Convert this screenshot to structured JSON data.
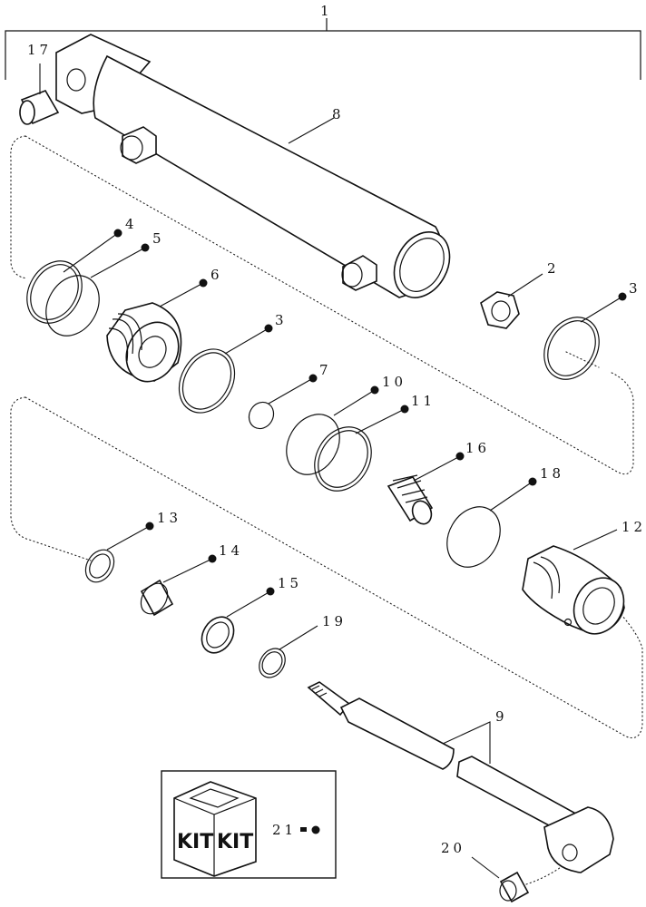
{
  "assembly": {
    "callout": "1"
  },
  "callouts": {
    "c2": "2",
    "c3a": "3",
    "c3b": "3",
    "c4": "4",
    "c5": "5",
    "c6": "6",
    "c7": "7",
    "c8": "8",
    "c9": "9",
    "c10": "10",
    "c11": "11",
    "c12": "12",
    "c13": "13",
    "c14": "14",
    "c15": "15",
    "c16": "16",
    "c17": "17",
    "c18": "18",
    "c19": "19",
    "c20": "20",
    "c21": "21"
  },
  "kit": {
    "label_left": "KIT",
    "label_right": "KIT"
  },
  "colors": {
    "ink": "#111111",
    "background": "#ffffff"
  }
}
